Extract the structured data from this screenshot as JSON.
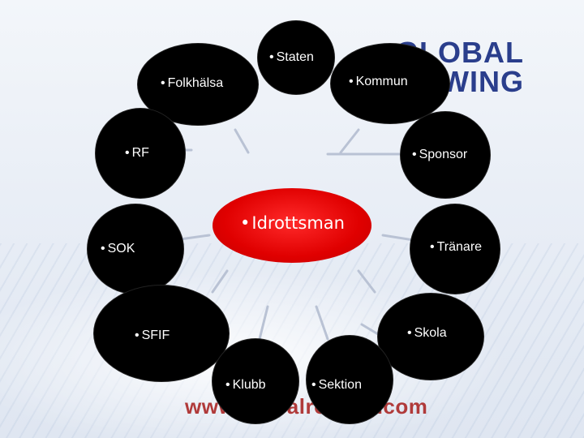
{
  "logo": {
    "line1": "GLOBAL",
    "line2": "ROWING"
  },
  "website": "www.globalrowing.com",
  "center": {
    "label": "Idrottsman"
  },
  "nodes": {
    "staten": "Staten",
    "folkhalsa": "Folkhälsa",
    "kommun": "Kommun",
    "rf": "RF",
    "sponsor": "Sponsor",
    "sok": "SOK",
    "tranare": "Tränare",
    "sfif": "SFIF",
    "skola": "Skola",
    "klubb": "Klubb",
    "sektion": "Sektion"
  },
  "colors": {
    "center": "#e00000",
    "node": "#000000",
    "connector": "#b9c2d4",
    "logo": "#2a3e8c"
  }
}
